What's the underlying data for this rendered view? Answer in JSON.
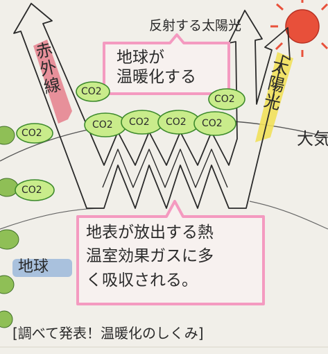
{
  "labels": {
    "reflected_sunlight": "反射する太陽光",
    "infrared": "赤外線",
    "sunlight": "太陽光",
    "global_warming_box": [
      "地球が",
      "温暖化する"
    ],
    "absorption_box": [
      "地表が放出する熱",
      "温室効果ガスに多",
      "く吸収される。"
    ],
    "earth": "地球",
    "atmosphere": "大気",
    "co2": "CO2",
    "footer": "[調べて発表！温暖化のしくみ]"
  },
  "colors": {
    "paper": "#f1efe9",
    "ink": "#2a2a2a",
    "infrared_highlight": "#e57f8c",
    "sunlight_highlight": "#f1e05a",
    "co2_fill": "#c9ec8b",
    "co2_outline": "#3d8a2c",
    "note_box_pink": "#f49ac0",
    "earth_highlight": "#9cb8da",
    "sun_red": "#e8503a",
    "leaf_green": "#8fbf56"
  },
  "icons": [
    "sun-icon",
    "leaf-icon"
  ]
}
